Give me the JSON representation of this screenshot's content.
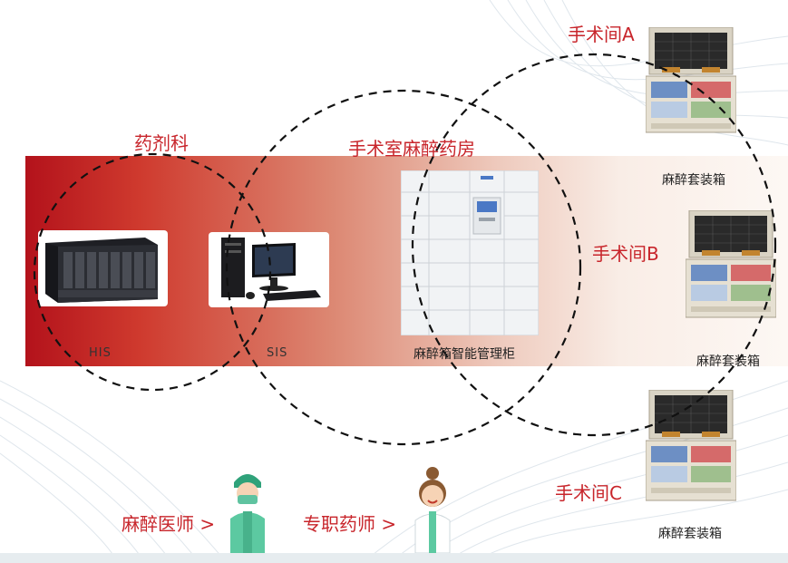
{
  "labels": {
    "pharmacy_dept": "药剂科",
    "or_pharmacy": "手术室麻醉药房",
    "or_a": "手术间A",
    "or_b": "手术间B",
    "or_c": "手术间C",
    "kit_a": "麻醉套装箱",
    "kit_b": "麻醉套装箱",
    "kit_c": "麻醉套装箱",
    "his": "HIS",
    "sis": "SIS",
    "cabinet": "麻醉箱智能管理柜",
    "anesthesiologist": "麻醉医师 >",
    "pharmacist": "专职药师 >"
  },
  "colors": {
    "accent_red": "#c8252b",
    "band_start": "#b3121b",
    "band_end": "#fdf8f4",
    "dashed_circle": "#111111"
  },
  "icons": {
    "server": "server-rack-icon",
    "workstation": "desktop-computer-icon",
    "cabinet": "smart-cabinet-icon",
    "kit": "medicine-kit-icon",
    "doctor": "doctor-avatar-icon",
    "pharmacist": "pharmacist-avatar-icon"
  }
}
